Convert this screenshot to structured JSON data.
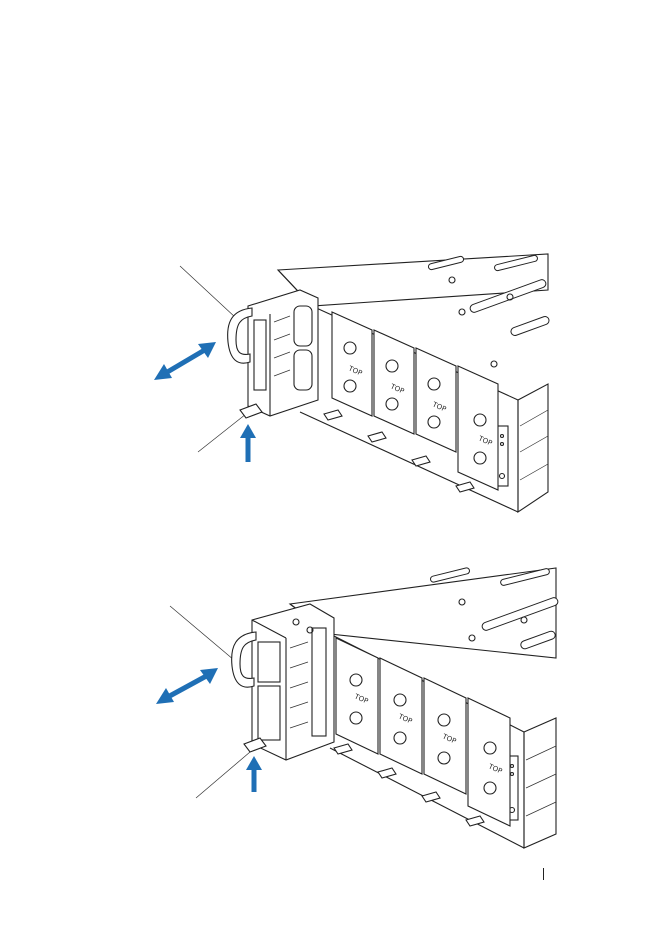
{
  "figures": [
    {
      "id": "top",
      "label_text": "TOP",
      "arrow_color": "#1f6fb5",
      "icons": [
        "insert-remove-arrow",
        "latch-release-arrow"
      ]
    },
    {
      "id": "bottom",
      "label_text": "TOP",
      "arrow_color": "#1f6fb5",
      "icons": [
        "insert-remove-arrow",
        "latch-release-arrow"
      ]
    }
  ]
}
